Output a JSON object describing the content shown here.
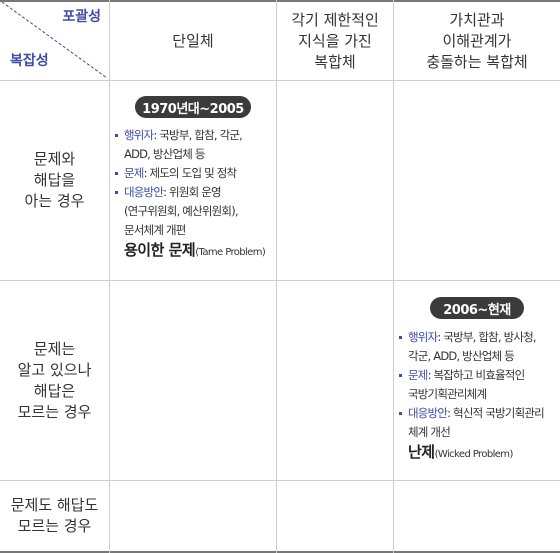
{
  "corner": {
    "top_label": "포괄성",
    "bottom_label": "복잡성"
  },
  "columns": [
    {
      "lines": [
        "단일체"
      ]
    },
    {
      "lines": [
        "각기 제한적인",
        "지식을 가진",
        "복합체"
      ]
    },
    {
      "lines": [
        "가치관과",
        "이해관계가",
        "충돌하는 복합체"
      ]
    }
  ],
  "rows": [
    {
      "lines": [
        "문제와",
        "해답을",
        "아는 경우"
      ]
    },
    {
      "lines": [
        "문제는",
        "알고 있으나",
        "해답은",
        "모르는 경우"
      ]
    },
    {
      "lines": [
        "문제도 해답도",
        "모르는 경우"
      ]
    }
  ],
  "period1": {
    "badge": "1970년대~2005",
    "actors_label": "행위자",
    "actors_line1": ": 국방부, 합참, 각군,",
    "actors_line2": "ADD, 방산업체 등",
    "problem_label": "문제",
    "problem_text": ": 제도의 도입 및 정착",
    "response_label": "대응방안",
    "response_line1": ": 위원회 운영",
    "response_line2": "(연구위원회, 예산위원회),",
    "response_line3": "문서체계 개편",
    "result_big": "용이한 문제",
    "result_small": "(Tame Problem)"
  },
  "period2": {
    "badge": "2006~현재",
    "actors_label": "행위자",
    "actors_line1": ": 국방부, 합참, 방사청,",
    "actors_line2": "각군, ADD, 방산업체 등",
    "problem_label": "문제",
    "problem_line1": ": 복잡하고 비효율적인",
    "problem_line2": "국방기획관리체계",
    "response_label": "대응방안",
    "response_line1": ": 혁신적 국방기획관리",
    "response_line2": "체계 개선",
    "result_big": "난제",
    "result_small": "(Wicked Problem)"
  }
}
